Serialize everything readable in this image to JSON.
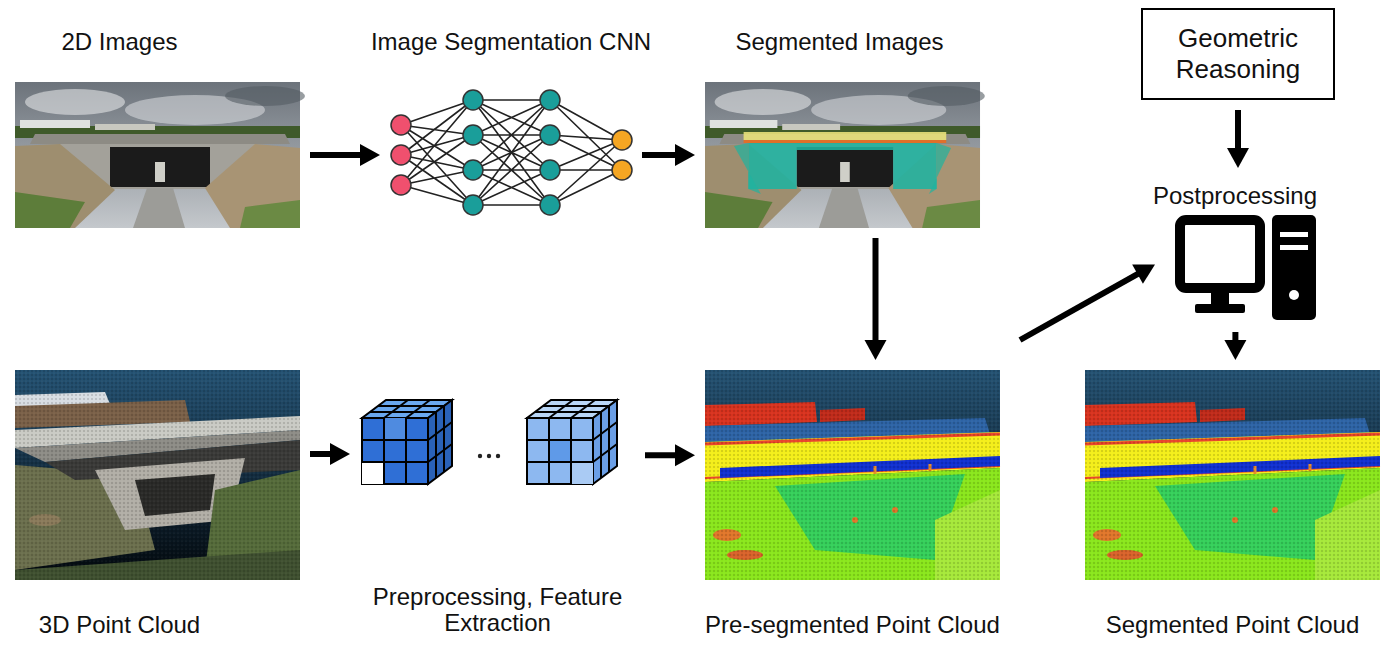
{
  "diagram": {
    "nodes": [
      {
        "text": [
          "2D Images"
        ]
      },
      {
        "text": [
          "Image Segmentation CNN"
        ]
      },
      {
        "text": [
          "Segmented Images"
        ]
      },
      {
        "text": [
          "Geometric Reasoning"
        ]
      },
      {
        "text": [
          "Postprocessing"
        ]
      },
      {
        "text": [
          "3D Point Cloud"
        ]
      },
      {
        "text": [
          "Preprocessing, Feature Extraction"
        ]
      },
      {
        "text": [
          "Pre-segmented Point Cloud"
        ]
      },
      {
        "text": [
          "Segmented Point Cloud"
        ]
      }
    ],
    "edges": [
      {
        "from": 0,
        "to": 1,
        "arrow": "to"
      },
      {
        "from": 1,
        "to": 2,
        "arrow": "to"
      },
      {
        "from": 2,
        "to": 7,
        "arrow": "to"
      },
      {
        "from": 3,
        "to": 4,
        "arrow": "to"
      },
      {
        "from": 5,
        "to": 6,
        "arrow": "to"
      },
      {
        "from": 6,
        "to": 7,
        "arrow": "to"
      },
      {
        "from": 7,
        "to": 4,
        "arrow": "to"
      },
      {
        "from": 4,
        "to": 8,
        "arrow": "to"
      }
    ]
  }
}
